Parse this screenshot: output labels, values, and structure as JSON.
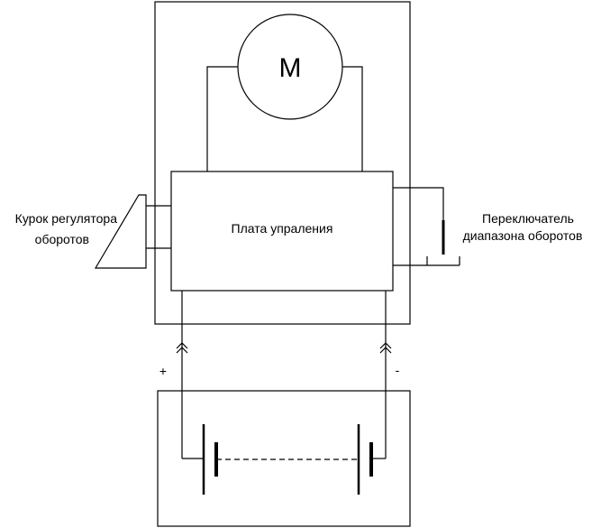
{
  "motor": {
    "label": "M"
  },
  "control_board": {
    "label": "Плата упраления"
  },
  "trigger": {
    "label_line1": "Курок регулятора",
    "label_line2": "оборотов"
  },
  "range_switch": {
    "label_line1": "Переключатель",
    "label_line2": "диапазона оборотов"
  },
  "battery": {
    "plus_label": "+",
    "minus_label": "-"
  }
}
